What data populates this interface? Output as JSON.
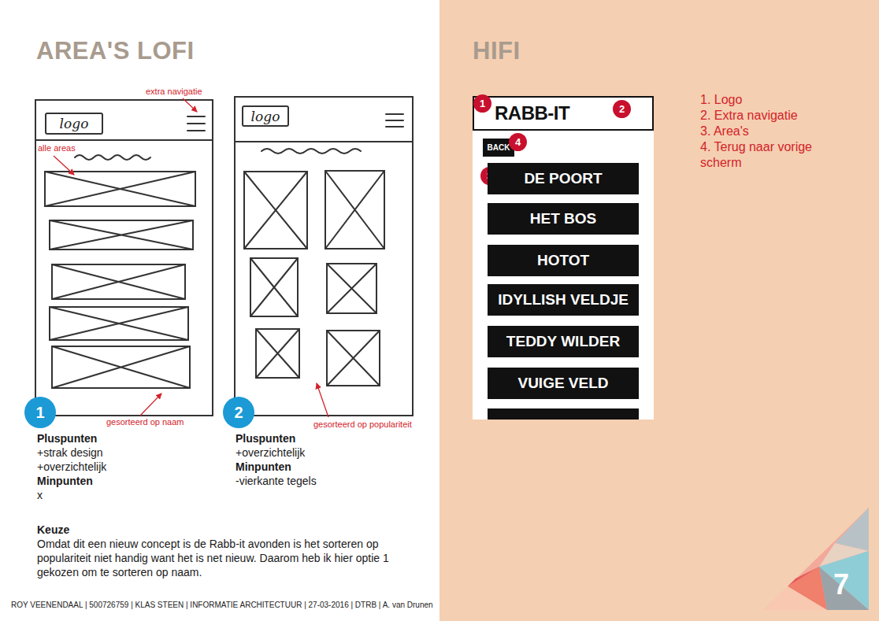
{
  "diagram": {
    "title": "AREA'S LOFI",
    "nodes": [
      {
        "text": [
          "logo"
        ]
      },
      {
        "text": [
          "logo"
        ]
      },
      {
        "text": [
          "1"
        ]
      },
      {
        "text": [
          "2"
        ]
      },
      {
        "text": [
          "RABB-IT"
        ]
      },
      {
        "text": [
          "1"
        ]
      },
      {
        "text": [
          "2"
        ]
      },
      {
        "text": [
          "BACK"
        ]
      },
      {
        "text": [
          "4"
        ]
      },
      {
        "text": [
          "3"
        ]
      },
      {
        "text": [
          "DE POORT"
        ]
      },
      {
        "text": [
          "HET BOS"
        ]
      },
      {
        "text": [
          "HOTOT"
        ]
      },
      {
        "text": [
          "IDYLLISH VELDJE"
        ]
      },
      {
        "text": [
          "TEDDY WILDER"
        ]
      },
      {
        "text": [
          "VUIGE VELD"
        ]
      }
    ],
    "labels": [
      "extra navigatie",
      "alle areas",
      "gesorteerd op naam",
      "gesorteerd op populariteit",
      "Pluspunten",
      "+strak design",
      "+overzichtelijk",
      "Minpunten",
      "x",
      "Pluspunten",
      "+overzichtelijk",
      "Minpunten",
      "-vierkante tegels",
      "Keuze",
      "Omdat dit een nieuw concept is de Rabb-it avonden is het sorteren op populariteit niet handig want het is net nieuw. Daarom heb ik hier optie 1 gekozen om te sorteren op naam.",
      "HIFI",
      "1. Logo",
      "2. Extra navigatie",
      "3. Area's",
      "4. Terug naar vorige scherm",
      "ROY VEENENDAAL | 500726759 | KLAS STEEN | INFORMATIE ARCHITECTUUR | 27-03-2016 | DTRB | A. van Drunen",
      "7"
    ]
  }
}
